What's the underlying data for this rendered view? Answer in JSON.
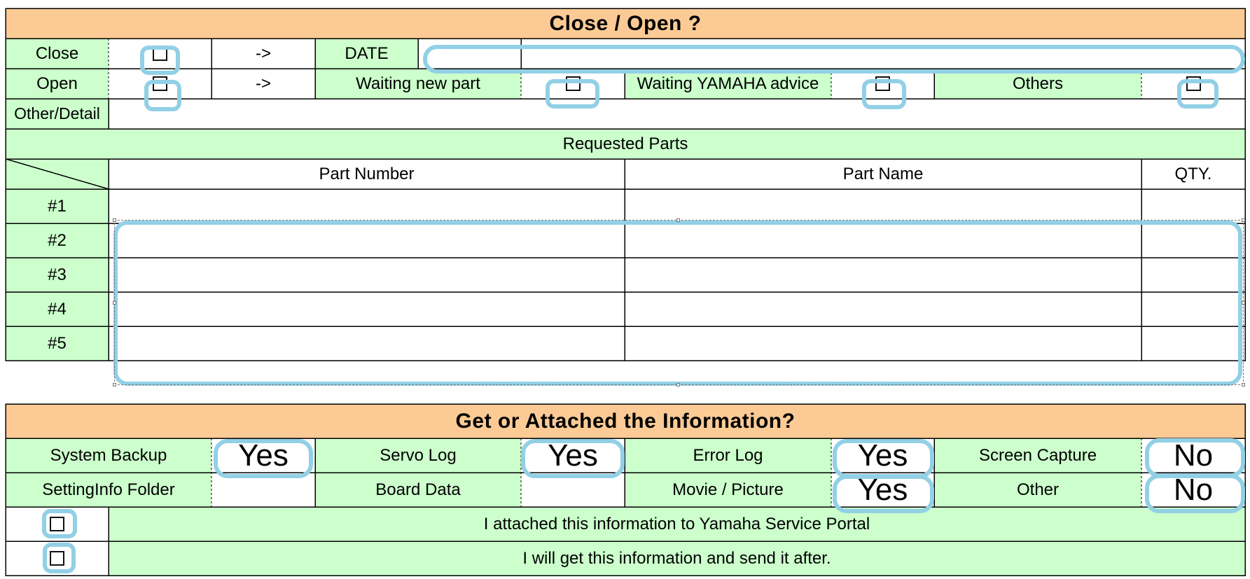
{
  "status_section": {
    "title": "Close / Open ?",
    "close_label": "Close",
    "open_label": "Open",
    "arrow": "->",
    "date_label": "DATE",
    "date_value": "",
    "waiting_new_part_label": "Waiting new part",
    "waiting_yamaha_label": "Waiting YAMAHA advice",
    "others_label": "Others",
    "other_detail_label": "Other/Detail",
    "other_detail_value": ""
  },
  "requested_parts": {
    "title": "Requested Parts",
    "columns": [
      "Part Number",
      "Part Name",
      "QTY."
    ],
    "rows": [
      {
        "label": "#1",
        "part_number": "",
        "part_name": "",
        "qty": ""
      },
      {
        "label": "#2",
        "part_number": "",
        "part_name": "",
        "qty": ""
      },
      {
        "label": "#3",
        "part_number": "",
        "part_name": "",
        "qty": ""
      },
      {
        "label": "#4",
        "part_number": "",
        "part_name": "",
        "qty": ""
      },
      {
        "label": "#5",
        "part_number": "",
        "part_name": "",
        "qty": ""
      }
    ]
  },
  "information_section": {
    "title": "Get or Attached the Information?",
    "items": [
      {
        "label": "System Backup",
        "value": "Yes"
      },
      {
        "label": "Servo Log",
        "value": "Yes"
      },
      {
        "label": "Error Log",
        "value": "Yes"
      },
      {
        "label": "Screen Capture",
        "value": "No"
      },
      {
        "label": "SettingInfo Folder",
        "value": ""
      },
      {
        "label": "Board Data",
        "value": ""
      },
      {
        "label": "Movie / Picture",
        "value": "Yes"
      },
      {
        "label": "Other",
        "value": "No"
      }
    ],
    "attached_label": "I attached this information to Yamaha Service Portal",
    "will_send_label": "I will get this information and send it after."
  },
  "colors": {
    "header_orange": "#fccb95",
    "cell_green": "#ccffcc",
    "highlight_blue": "#92d0e6"
  }
}
